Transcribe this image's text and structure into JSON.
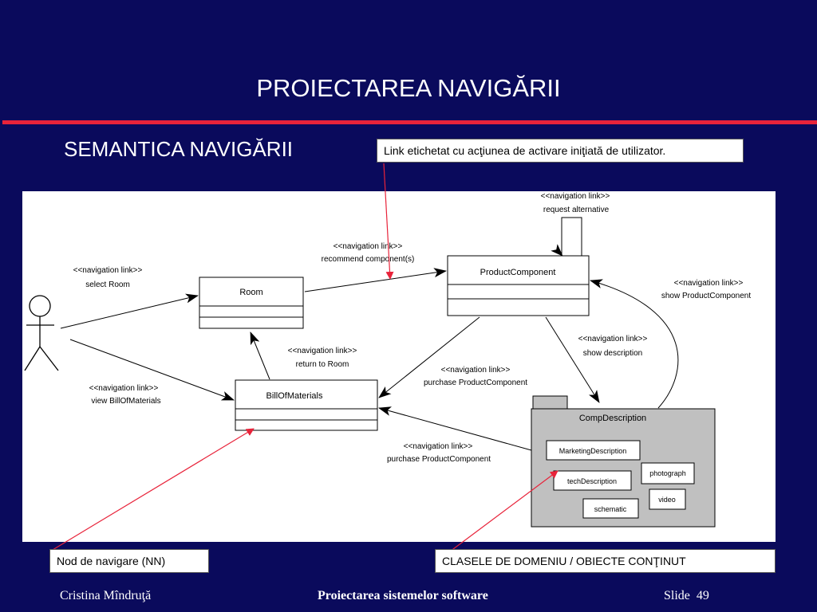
{
  "slide": {
    "title": "PROIECTAREA NAVIGĂRII",
    "subtitle": "SEMANTICA NAVIGĂRII"
  },
  "callouts": {
    "link": "Link etichetat cu acţiunea de activare iniţiată de utilizator.",
    "node": "Nod de navigare (NN)",
    "classes": "CLASELE DE DOMENIU / OBIECTE CONŢINUT"
  },
  "diagram": {
    "classes": {
      "room": "Room",
      "product_component": "ProductComponent",
      "bill_of_materials": "BillOfMaterials",
      "comp_description": "CompDescription"
    },
    "inner_classes": {
      "marketing": "MarketingDescription",
      "tech": "techDescription",
      "photograph": "photograph",
      "video": "video",
      "schematic": "schematic"
    },
    "stereotype": "<<navigation link>>",
    "links": {
      "select_room": "select Room",
      "view_bill": "view BillOfMaterials",
      "recommend": "recommend component(s)",
      "request_alt": "request alternative",
      "show_product": "show ProductComponent",
      "show_description": "show description",
      "return_room": "return to Room",
      "purchase1": "purchase ProductComponent",
      "purchase2": "purchase ProductComponent"
    }
  },
  "footer": {
    "author": "Cristina Mîndruţă",
    "course": "Proiectarea sistemelor software",
    "slide_label": "Slide",
    "slide_number": "49"
  },
  "colors": {
    "background": "#0a0a5c",
    "accent_bar": "#e8233a",
    "package_fill": "#c0c0c0",
    "callout_arrow": "#e8233a"
  }
}
